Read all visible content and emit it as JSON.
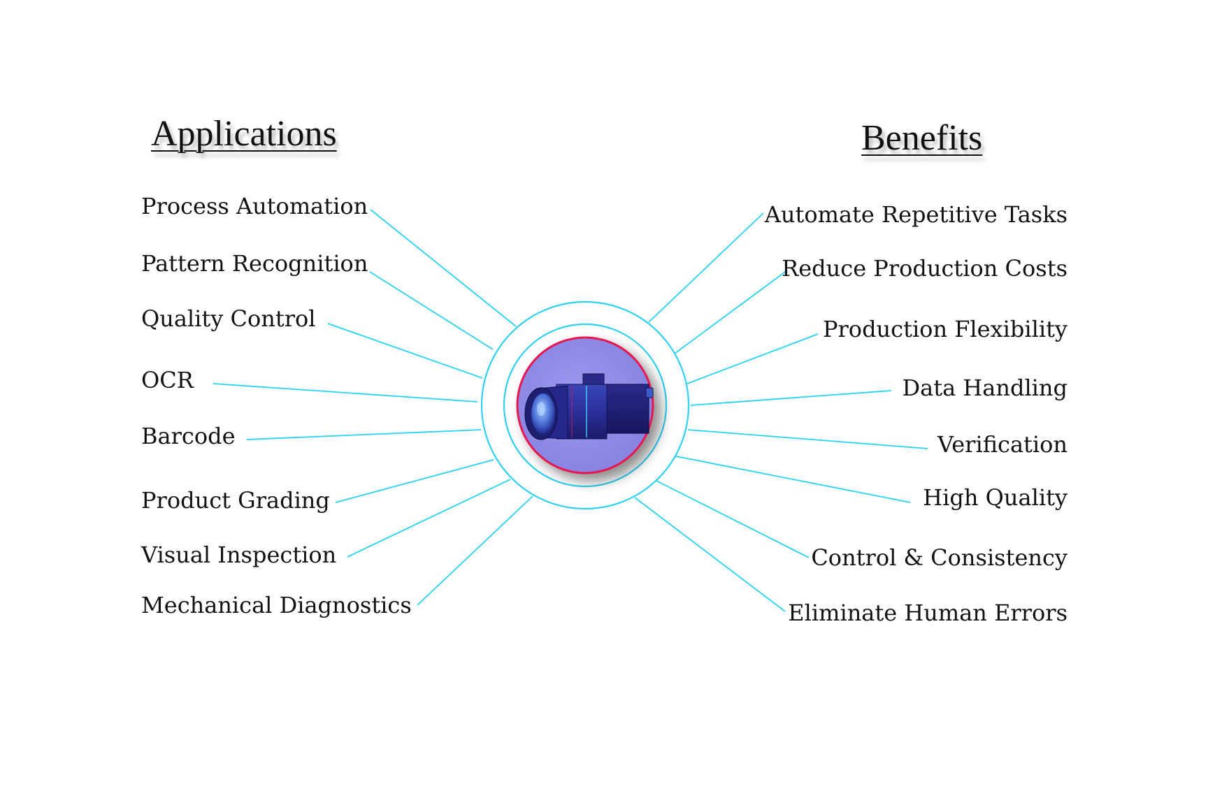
{
  "diagram": {
    "applications_title": "Applications",
    "benefits_title": "Benefits",
    "center_icon": "machine-vision-camera-icon",
    "colors": {
      "connector": "#27d3f0",
      "outer_ring": "#2fd0f0",
      "inner_disc": "#8f8ce6",
      "disc_border": "#e8174f",
      "camera_body": "#1f1f7a"
    },
    "applications": [
      "Process Automation",
      "Pattern Recognition",
      "Quality Control",
      "OCR",
      "Barcode",
      "Product Grading",
      "Visual Inspection",
      "Mechanical Diagnostics"
    ],
    "benefits": [
      "Automate Repetitive Tasks",
      "Reduce Production Costs",
      "Production Flexibility",
      "Data Handling",
      "Verification",
      "High Quality",
      "Control & Consistency",
      "Eliminate Human Errors"
    ]
  }
}
